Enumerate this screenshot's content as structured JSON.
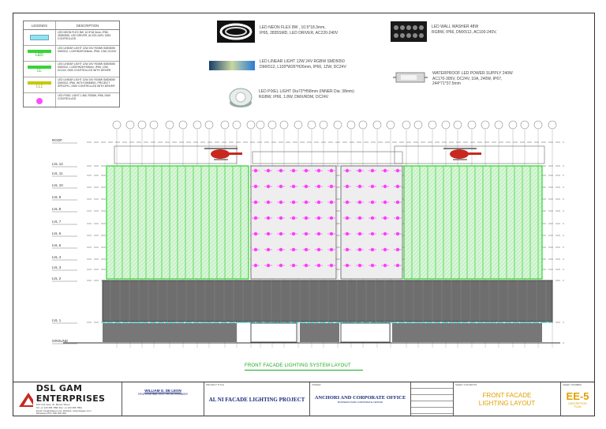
{
  "legend": {
    "header_symbol": "LEGENDS",
    "header_desc": "DESCRIPTION",
    "rows": [
      {
        "label": "",
        "color": "#8fe3f5",
        "desc": "LED NEON FLEX 8W, 10.5*18.3mm, IP65, 2835SMD, LED DRIVER, AC220-240V, DMX CONTROLLED"
      },
      {
        "label": "LED",
        "color": "#39d339",
        "desc": "LED LINEAR LIGHT 12W 24V RGBW SMD5050 DMX512, L100*W26*H26mm, IP66, 12W, DC24V"
      },
      {
        "label": "LL",
        "color": "#39d339",
        "desc": "LED LINEAR LIGHT 12W 24V RGBW SMD5050 DMX512, L1000*W26*H26mm, IP66, 12W, DC24V, DMX CONTROLLED WITH DRIVER"
      },
      {
        "label": "LL1",
        "color": "#c8c800",
        "desc": "LED LINEAR LIGHT 12W 24V RGBW SMD5050 DMX512, IP66, WITH DIMMING, PROJECT SPECIFIC, DMX CONTROLLED WITH DRIVER"
      },
      {
        "label": "",
        "color": "#ff4dff",
        "desc": "LED PIXEL LIGHT 1.8W, RGBW, IP66, DMX CONTROLLED"
      }
    ]
  },
  "products": [
    {
      "name": "neon",
      "text": [
        "LED NEON FLEX 8W , 10.5*18.3mm,",
        "IP65, 2835SMD, LED DRIVER, AC220-240V"
      ]
    },
    {
      "name": "linear",
      "text": [
        "LED LINEAR LIGHT 12W 24V RGBW SMD5050",
        "DMX512, L100*W26*H26mm, IP66, 12W, DC24V"
      ]
    },
    {
      "name": "pixel",
      "text": [
        "LED PIXEL LIGHT  Dia73*H58mm (INNER Dia: 38mm)",
        "RGBW, IP66, 1.8W, DMX/RDM, DC24V"
      ]
    },
    {
      "name": "washer",
      "text": [
        "LED WALL WASHER 48W",
        "RGBW, IP66, DMX512, AC100-240V,"
      ]
    },
    {
      "name": "power",
      "text": [
        "WATERPROOF LED POWER SUPPLY 240W",
        "AC170-305V, DC24V, 10A, 240W, IP67,",
        "244*71*37.5mm"
      ]
    }
  ],
  "levels": [
    "ROOF",
    "LVL 12",
    "LVL 11",
    "LVL 10",
    "LVL 9",
    "LVL 8",
    "LVL 7",
    "LVL 6",
    "LVL 5",
    "LVL 4",
    "LVL 3",
    "LVL 2",
    "LVL 1",
    "GROUND"
  ],
  "drawing_caption": "FRONT FACADE LIGHTING SYSTEM LAYOUT",
  "title_block": {
    "company": "DSL GAM ENTERPRISES",
    "company_lines": [
      "102 Link Lane, St. Mervin Street",
      "Tel: +1 123 456 7890  Fax: +1 123 456 7891",
      "Email: info@dslgam.com   Website: www.dslgam.com",
      "WhatsApp PIN: 000 000 000"
    ],
    "engineer_title": "WILLIAM G. DE LEON",
    "engineer_sub": "PROFESSIONAL ELECTRICAL ENGINEER",
    "project_label": "PROJECT TITLE",
    "project": "AL NI FACADE LIGHTING PROJECT",
    "client_label": "OWNER",
    "client": "ANCHORI AND CORPORATE OFFICE",
    "client_sub": "BUSINESS PARK CORPORATE CENTER",
    "sheet_content_label": "SHEET CONTENTS",
    "sheet_title": "FRONT FACADE LIGHTING LAYOUT",
    "sheet_no_label": "SHEET NUMBER",
    "sheet_no": "EE-5",
    "sheet_no_sub": "DESCRIPTION\nPLAN"
  }
}
